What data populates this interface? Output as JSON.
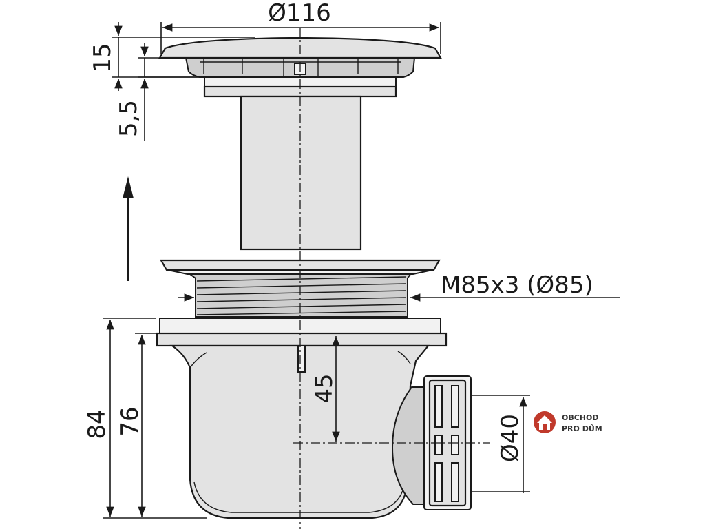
{
  "dimensions": {
    "cover_diameter": "Ø116",
    "cover_height": "15",
    "gap": "5,5",
    "thread": "M85x3 (Ø85)",
    "total_height": "84",
    "body_height": "76",
    "outlet_height": "45",
    "outlet_diameter": "Ø40"
  },
  "logo": {
    "line1": "OBCHOD",
    "line2": "PRO DŮM"
  }
}
